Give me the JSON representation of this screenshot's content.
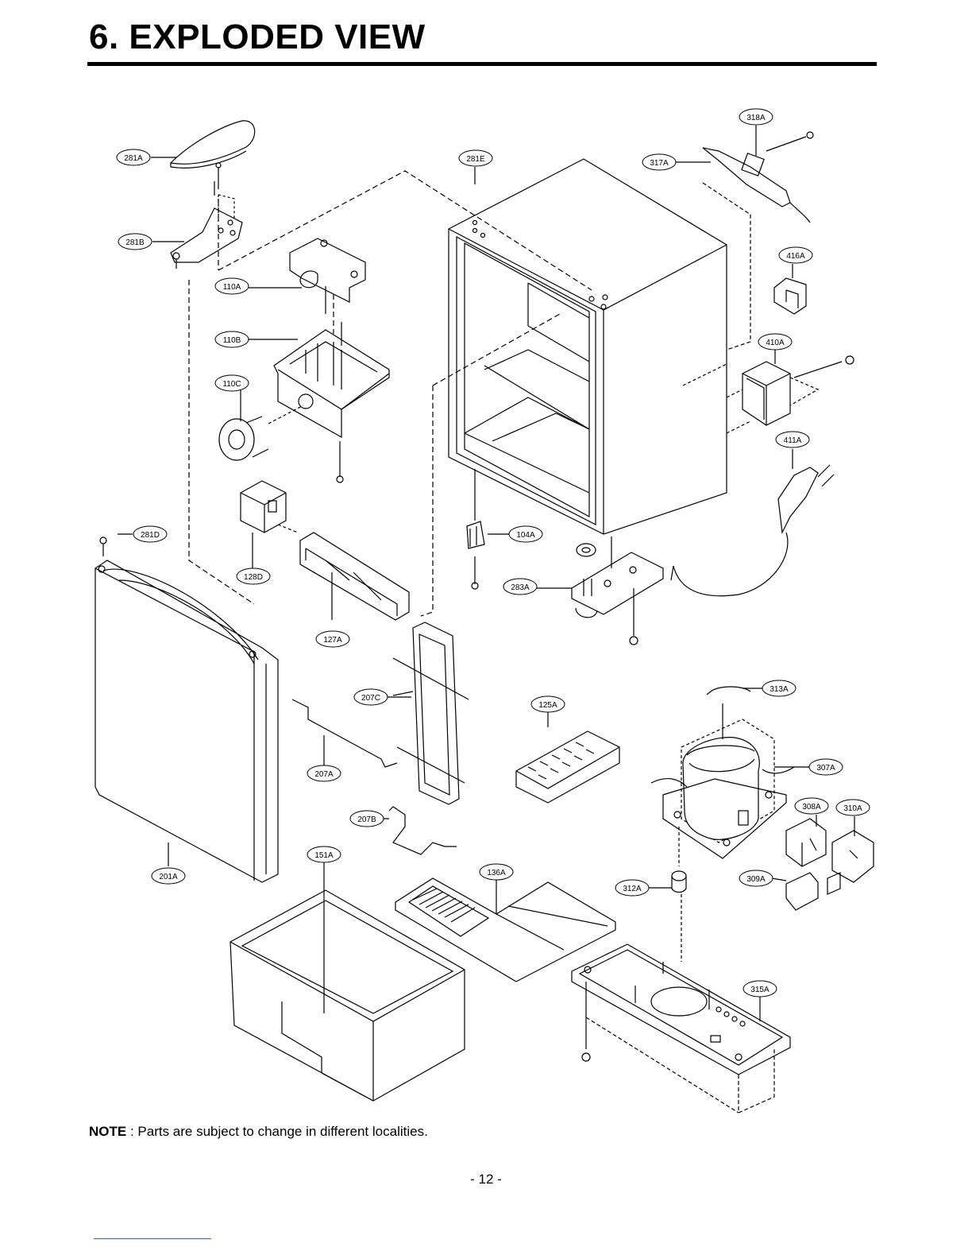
{
  "header": {
    "title": "6. EXPLODED VIEW"
  },
  "parts": {
    "p281A": "281A",
    "p281B": "281B",
    "p281D": "281D",
    "p281E": "281E",
    "p110A": "110A",
    "p110B": "110B",
    "p110C": "110C",
    "p128D": "128D",
    "p127A": "127A",
    "p201A": "201A",
    "p207A": "207A",
    "p207B": "207B",
    "p207C": "207C",
    "p151A": "151A",
    "p136A": "136A",
    "p125A": "125A",
    "p104A": "104A",
    "p283A": "283A",
    "p317A": "317A",
    "p318A": "318A",
    "p416A": "416A",
    "p410A": "410A",
    "p411A": "411A",
    "p313A": "313A",
    "p307A": "307A",
    "p308A": "308A",
    "p310A": "310A",
    "p309A": "309A",
    "p312A": "312A",
    "p315A": "315A"
  },
  "note": {
    "label": "NOTE",
    "text": " : Parts are subject to change in different localities."
  },
  "footer": {
    "page": "- 12 -"
  }
}
